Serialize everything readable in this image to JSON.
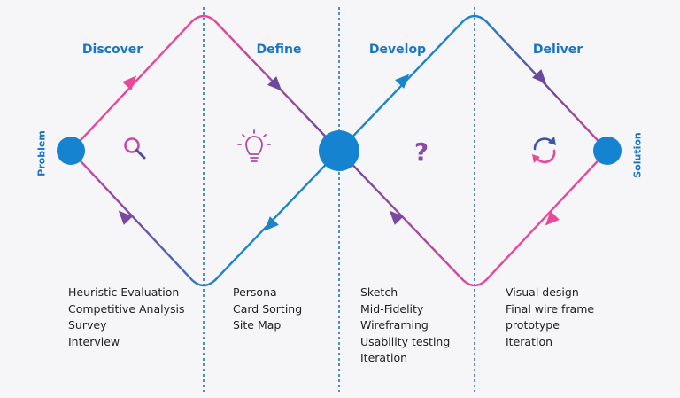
{
  "phases": [
    {
      "name": "Discover",
      "activities": [
        "Heuristic Evaluation",
        "Competitive Analysis",
        "Survey",
        "Interview"
      ]
    },
    {
      "name": "Define",
      "activities": [
        "Persona",
        "Card Sorting",
        "Site Map"
      ]
    },
    {
      "name": "Develop",
      "activities": [
        "Sketch",
        "Mid-Fidelity",
        "Wireframing",
        "Usability testing",
        "Iteration"
      ]
    },
    {
      "name": "Deliver",
      "activities": [
        "Visual design",
        "Final wire frame",
        "prototype",
        "Iteration"
      ]
    }
  ],
  "endpoints": {
    "start": "Problem",
    "end": "Solution"
  },
  "icons": {
    "discover": "magnifier-icon",
    "define": "lightbulb-icon",
    "develop": "question-mark-icon",
    "deliver": "refresh-cycle-icon"
  },
  "colors": {
    "pink": "#e8489a",
    "purple": "#6a4a9c",
    "blue": "#1a86c9",
    "node": "#1583cf",
    "divider": "#2d6fc0"
  },
  "symbols": {
    "question": "?"
  }
}
